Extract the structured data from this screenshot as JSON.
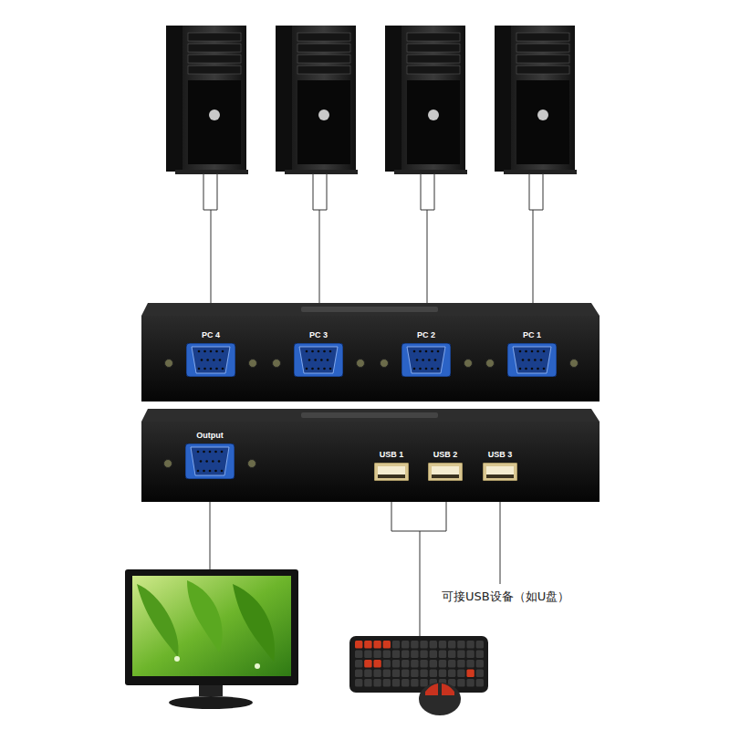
{
  "diagram": {
    "nodes": [
      {
        "text": [
          "PC 4"
        ]
      },
      {
        "text": [
          "PC 3"
        ]
      },
      {
        "text": [
          "PC 2"
        ]
      },
      {
        "text": [
          "PC 1"
        ]
      },
      {
        "text": [
          "Output"
        ]
      },
      {
        "text": [
          "USB 1"
        ]
      },
      {
        "text": [
          "USB 2"
        ]
      },
      {
        "text": [
          "USB 3"
        ]
      }
    ],
    "labels": [
      "可接USB设备（如U盘）"
    ]
  }
}
